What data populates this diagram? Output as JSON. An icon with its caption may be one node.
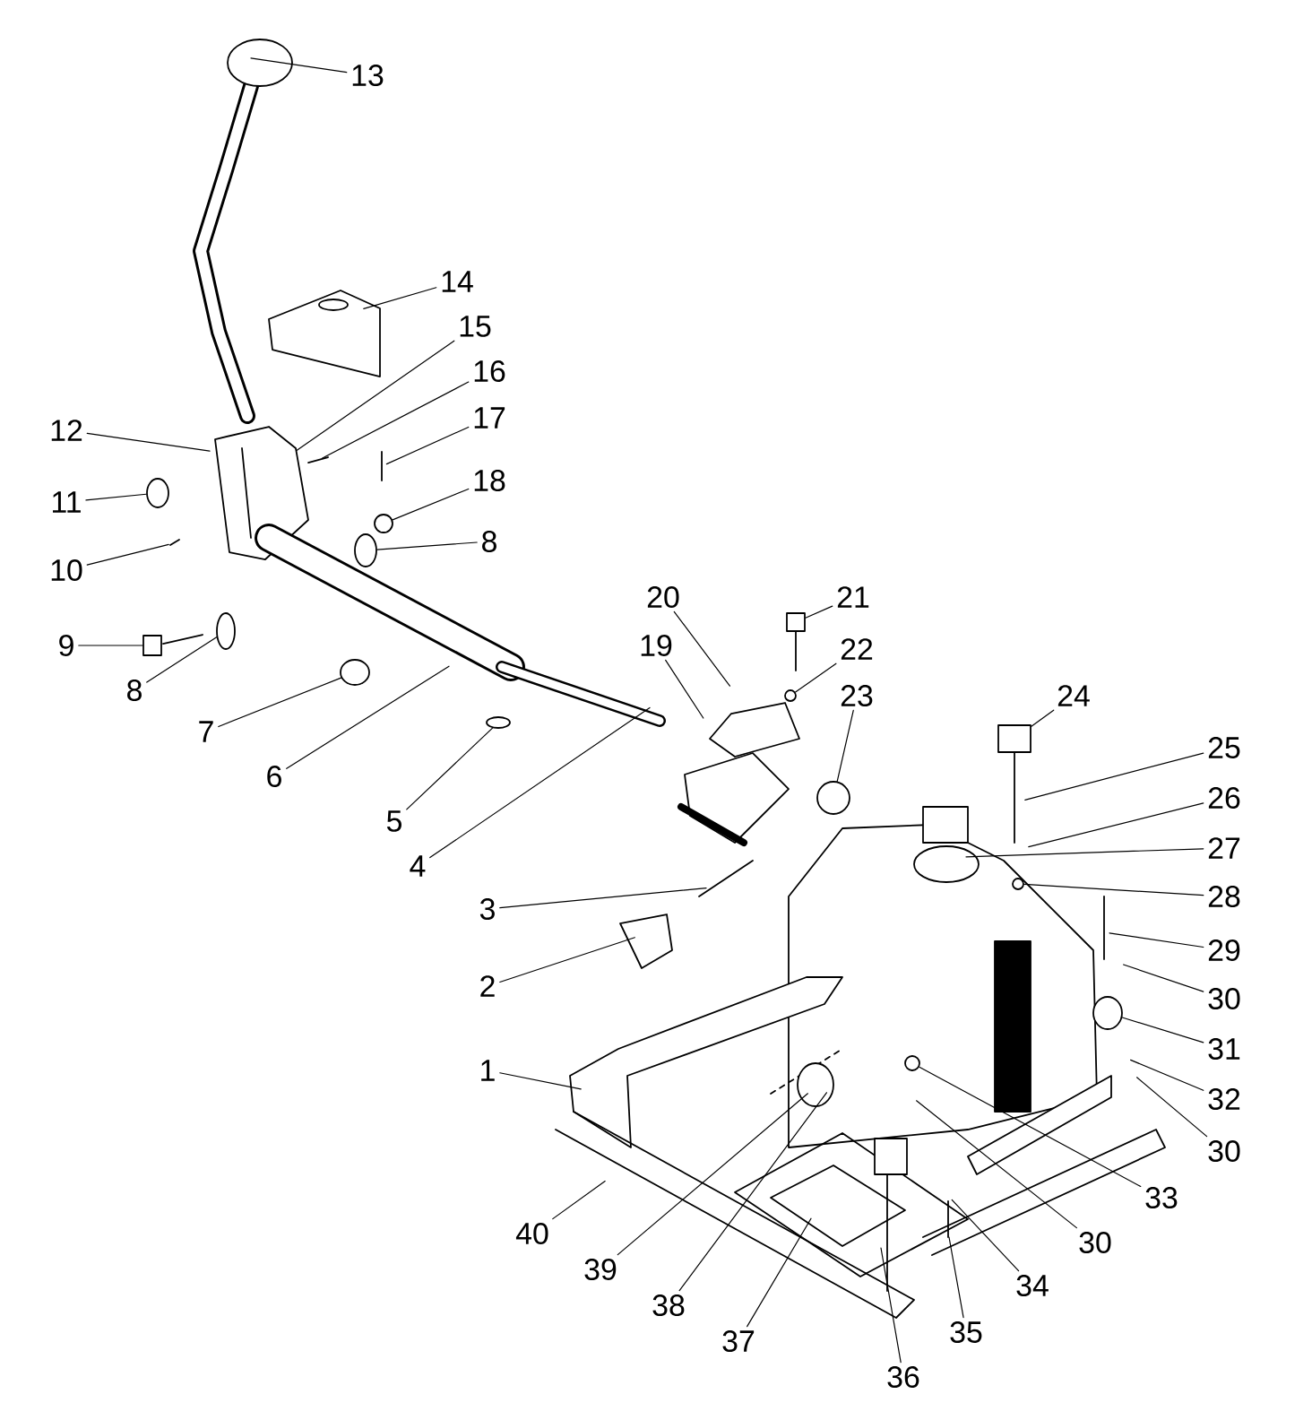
{
  "diagram": {
    "nodes": [
      {
        "text": [
          "1"
        ]
      },
      {
        "text": [
          "2"
        ]
      },
      {
        "text": [
          "3"
        ]
      },
      {
        "text": [
          "4"
        ]
      },
      {
        "text": [
          "5"
        ]
      },
      {
        "text": [
          "6"
        ]
      },
      {
        "text": [
          "7"
        ]
      },
      {
        "text": [
          "8"
        ]
      },
      {
        "text": [
          "8"
        ]
      },
      {
        "text": [
          "9"
        ]
      },
      {
        "text": [
          "10"
        ]
      },
      {
        "text": [
          "11"
        ]
      },
      {
        "text": [
          "12"
        ]
      },
      {
        "text": [
          "13"
        ]
      },
      {
        "text": [
          "14"
        ]
      },
      {
        "text": [
          "15"
        ]
      },
      {
        "text": [
          "16"
        ]
      },
      {
        "text": [
          "17"
        ]
      },
      {
        "text": [
          "18"
        ]
      },
      {
        "text": [
          "19"
        ]
      },
      {
        "text": [
          "20"
        ]
      },
      {
        "text": [
          "21"
        ]
      },
      {
        "text": [
          "22"
        ]
      },
      {
        "text": [
          "23"
        ]
      },
      {
        "text": [
          "24"
        ]
      },
      {
        "text": [
          "25"
        ]
      },
      {
        "text": [
          "26"
        ]
      },
      {
        "text": [
          "27"
        ]
      },
      {
        "text": [
          "28"
        ]
      },
      {
        "text": [
          "29"
        ]
      },
      {
        "text": [
          "30"
        ]
      },
      {
        "text": [
          "30"
        ]
      },
      {
        "text": [
          "30"
        ]
      },
      {
        "text": [
          "31"
        ]
      },
      {
        "text": [
          "32"
        ]
      },
      {
        "text": [
          "33"
        ]
      },
      {
        "text": [
          "34"
        ]
      },
      {
        "text": [
          "35"
        ]
      },
      {
        "text": [
          "36"
        ]
      },
      {
        "text": [
          "37"
        ]
      },
      {
        "text": [
          "38"
        ]
      },
      {
        "text": [
          "39"
        ]
      },
      {
        "text": [
          "40"
        ]
      },
      {
        "text": [],
        "shape": "circle"
      },
      {
        "text": [],
        "shape": "circle"
      },
      {
        "text": [],
        "shape": "circle"
      },
      {
        "text": [],
        "shape": "box"
      },
      {
        "text": [],
        "shape": "circle"
      },
      {
        "text": [],
        "shape": "circle"
      },
      {
        "text": [],
        "shape": "box"
      },
      {
        "text": [],
        "shape": "circle"
      },
      {
        "text": [],
        "shape": "circle"
      },
      {
        "text": [],
        "shape": "box"
      },
      {
        "text": [],
        "shape": "circle"
      },
      {
        "text": [],
        "shape": "circle"
      },
      {
        "text": [],
        "shape": "circle"
      },
      {
        "text": [],
        "shape": "circle"
      }
    ],
    "edges": [
      {
        "from": 0,
        "to": null,
        "arrow": "none"
      },
      {
        "from": 1,
        "to": null,
        "arrow": "none"
      },
      {
        "from": 2,
        "to": null,
        "arrow": "none"
      },
      {
        "from": 3,
        "to": null,
        "arrow": "none"
      },
      {
        "from": 4,
        "to": 43,
        "arrow": "none"
      },
      {
        "from": 5,
        "to": null,
        "arrow": "none"
      },
      {
        "from": 6,
        "to": 44,
        "arrow": "none"
      },
      {
        "from": 7,
        "to": 45,
        "arrow": "none"
      },
      {
        "from": 8,
        "to": 56,
        "arrow": "none"
      },
      {
        "from": 9,
        "to": 46,
        "arrow": "none"
      },
      {
        "from": 10,
        "to": null,
        "arrow": "none"
      },
      {
        "from": 11,
        "to": 47,
        "arrow": "none"
      },
      {
        "from": 12,
        "to": null,
        "arrow": "none"
      },
      {
        "from": 13,
        "to": null,
        "arrow": "none"
      },
      {
        "from": 14,
        "to": null,
        "arrow": "none"
      },
      {
        "from": 15,
        "to": null,
        "arrow": "none"
      },
      {
        "from": 16,
        "to": null,
        "arrow": "none"
      },
      {
        "from": 17,
        "to": null,
        "arrow": "none"
      },
      {
        "from": 18,
        "to": 48,
        "arrow": "none"
      },
      {
        "from": 19,
        "to": null,
        "arrow": "none"
      },
      {
        "from": 20,
        "to": null,
        "arrow": "none"
      },
      {
        "from": 21,
        "to": 49,
        "arrow": "none"
      },
      {
        "from": 22,
        "to": 50,
        "arrow": "none"
      },
      {
        "from": 23,
        "to": 51,
        "arrow": "none"
      },
      {
        "from": 24,
        "to": 52,
        "arrow": "none"
      },
      {
        "from": 25,
        "to": null,
        "arrow": "none"
      },
      {
        "from": 26,
        "to": null,
        "arrow": "none"
      },
      {
        "from": 27,
        "to": null,
        "arrow": "none"
      },
      {
        "from": 28,
        "to": 53,
        "arrow": "none"
      },
      {
        "from": 29,
        "to": null,
        "arrow": "none"
      },
      {
        "from": 30,
        "to": null,
        "arrow": "none"
      },
      {
        "from": 31,
        "to": null,
        "arrow": "none"
      },
      {
        "from": 32,
        "to": null,
        "arrow": "none"
      },
      {
        "from": 33,
        "to": 54,
        "arrow": "none"
      },
      {
        "from": 34,
        "to": null,
        "arrow": "none"
      },
      {
        "from": 35,
        "to": 55,
        "arrow": "none"
      },
      {
        "from": 36,
        "to": null,
        "arrow": "none"
      },
      {
        "from": 37,
        "to": null,
        "arrow": "none"
      },
      {
        "from": 38,
        "to": null,
        "arrow": "none"
      },
      {
        "from": 39,
        "to": null,
        "arrow": "none"
      },
      {
        "from": 40,
        "to": null,
        "arrow": "none"
      },
      {
        "from": 41,
        "to": null,
        "arrow": "none"
      },
      {
        "from": 42,
        "to": null,
        "arrow": "none"
      }
    ]
  }
}
